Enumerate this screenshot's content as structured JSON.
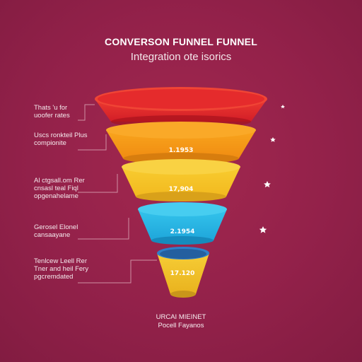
{
  "header": {
    "title": "CONVERSON FUNNEL FUNNEL",
    "subtitle": "Integration ote isorics"
  },
  "stages": [
    {
      "label_lines": [
        "Thats 'u for",
        "uoofer rates"
      ],
      "value": "",
      "color": "#e8262c",
      "color_dark": "#b8151f"
    },
    {
      "label_lines": [
        "Uscs ronkteil Plus",
        "compionite"
      ],
      "value": "1.1953",
      "color": "#f7a218",
      "color_dark": "#d4780f"
    },
    {
      "label_lines": [
        "Al ctgsall.om Rer",
        "cnsasl teal Fiql",
        "opgenahelame"
      ],
      "value": "17,904",
      "color": "#f6c52a",
      "color_dark": "#d9a31b"
    },
    {
      "label_lines": [
        "Gerosel Elonel",
        "cansaayane"
      ],
      "value": "2.1954",
      "color": "#28b8e6",
      "color_dark": "#1b8fbd"
    },
    {
      "label_lines": [
        "Tenlcew Leell Rer",
        "Tner and heil Fery",
        "pgcremdated"
      ],
      "value": "17.120",
      "color": "#f5c92e",
      "color_dark": "#2f7fc9"
    }
  ],
  "footer": {
    "line1": "URCAI MIEINET",
    "line2": "Pocell Fayanos"
  },
  "colors": {
    "background": "#93214a",
    "accent_white": "#ffffff"
  }
}
